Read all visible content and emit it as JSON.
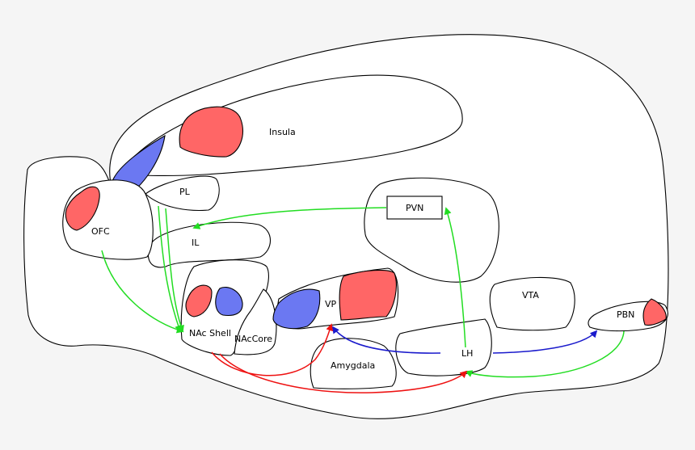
{
  "regions": {
    "insula": "Insula",
    "pl": "PL",
    "il": "IL",
    "ofc": "OFC",
    "nac_shell": "NAc Shell",
    "nac_core": "NAcCore",
    "vp": "VP",
    "amygdala": "Amygdala",
    "pvn": "PVN",
    "lh": "LH",
    "vta": "VTA",
    "pbn": "PBN"
  },
  "colors": {
    "hotspot": "#ff6666",
    "coldspot": "#6b78f2",
    "green_pathway": "#22dd22",
    "red_pathway": "#ee1111",
    "blue_pathway": "#1a1acc",
    "background": "#f5f5f5"
  }
}
